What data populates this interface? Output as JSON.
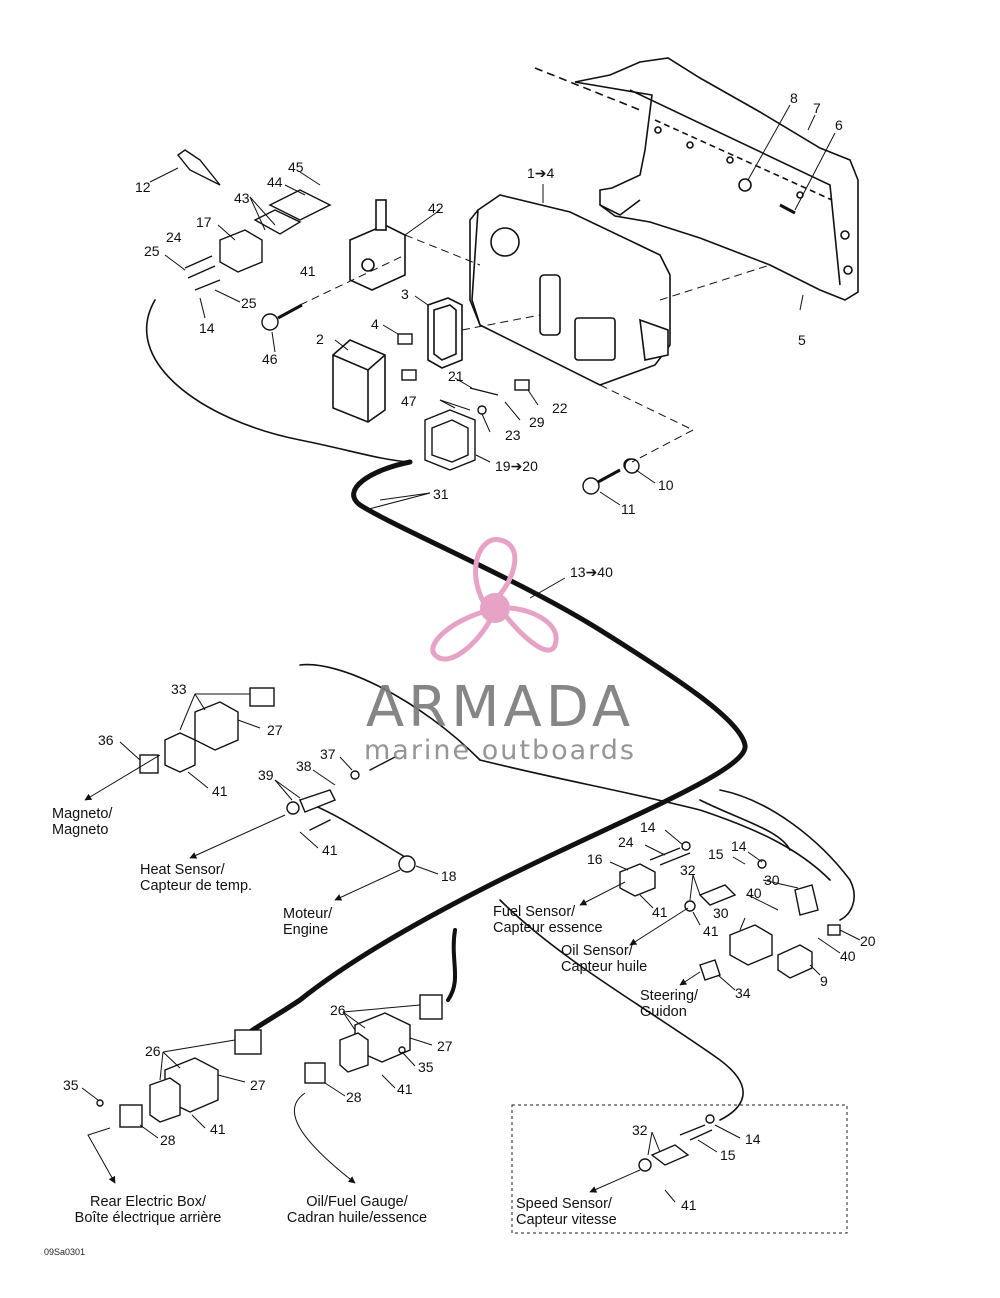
{
  "watermark": {
    "title": "ARMADA",
    "subtitle": "marine outboards",
    "accent_color": "#e7a3c6"
  },
  "figure_code": "09Sa0301",
  "callouts": {
    "c1_4": "1➔4",
    "c2": "2",
    "c3": "3",
    "c4": "4",
    "c5": "5",
    "c6": "6",
    "c7": "7",
    "c8": "8",
    "c9": "9",
    "c10": "10",
    "c11": "11",
    "c12": "12",
    "c13_40": "13➔40",
    "c14a": "14",
    "c14b": "14",
    "c14c": "14",
    "c14d": "14",
    "c15a": "15",
    "c15b": "15",
    "c16": "16",
    "c17": "17",
    "c18": "18",
    "c19_20": "19➔20",
    "c20": "20",
    "c21": "21",
    "c22": "22",
    "c23": "23",
    "c24a": "24",
    "c24b": "24",
    "c25a": "25",
    "c25b": "25",
    "c26a": "26",
    "c26b": "26",
    "c27a": "27",
    "c27b": "27",
    "c27c": "27",
    "c28a": "28",
    "c28b": "28",
    "c29": "29",
    "c30a": "30",
    "c30b": "30",
    "c31": "31",
    "c32a": "32",
    "c32b": "32",
    "c33": "33",
    "c34": "34",
    "c35a": "35",
    "c35b": "35",
    "c36": "36",
    "c37": "37",
    "c38": "38",
    "c39": "39",
    "c40a": "40",
    "c40b": "40",
    "c41a": "41",
    "c41b": "41",
    "c41c": "41",
    "c41d": "41",
    "c41e": "41",
    "c41f": "41",
    "c41g": "41",
    "c41h": "41",
    "c42": "42",
    "c43": "43",
    "c44": "44",
    "c45": "45",
    "c46": "46",
    "c47": "47"
  },
  "labels": {
    "magneto": {
      "line1": "Magneto/",
      "line2": "Magneto"
    },
    "heat_sensor": {
      "line1": "Heat Sensor/",
      "line2": "Capteur de temp."
    },
    "engine": {
      "line1": "Moteur/",
      "line2": "Engine"
    },
    "fuel_sensor": {
      "line1": "Fuel Sensor/",
      "line2": "Capteur essence"
    },
    "oil_sensor": {
      "line1": "Oil Sensor/",
      "line2": "Capteur huile"
    },
    "steering": {
      "line1": "Steering/",
      "line2": "Guidon"
    },
    "rear_box": {
      "line1": "Rear Electric Box/",
      "line2": "Boîte électrique arrière"
    },
    "gauge": {
      "line1": "Oil/Fuel Gauge/",
      "line2": "Cadran huile/essence"
    },
    "speed_sensor": {
      "line1": "Speed Sensor/",
      "line2": "Capteur vitesse"
    }
  }
}
